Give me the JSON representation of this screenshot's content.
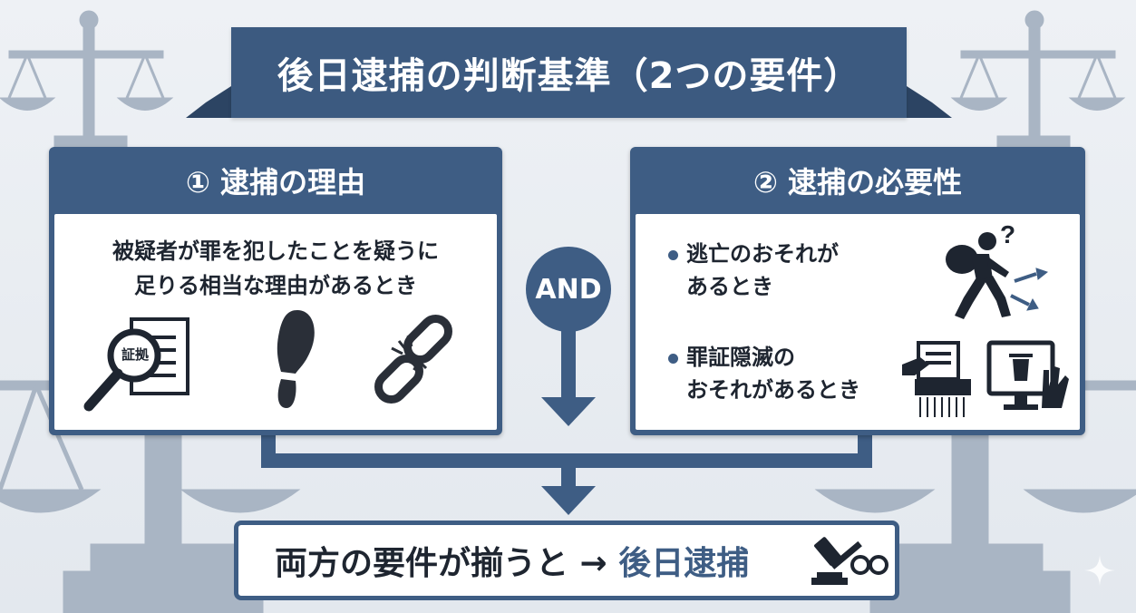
{
  "title": "後日逮捕の判断基準（2つの要件）",
  "requirement_1": {
    "header": "① 逮捕の理由",
    "description_line1": "被疑者が罪を犯したことを疑うに",
    "description_line2": "足りる相当な理由があるとき",
    "icons": [
      "evidence-magnifier-icon",
      "footprint-icon",
      "broken-chain-icon"
    ],
    "evidence_label": "証拠"
  },
  "connector": {
    "label": "AND"
  },
  "requirement_2": {
    "header": "② 逮捕の必要性",
    "items": [
      {
        "line1": "逃亡のおそれが",
        "line2": "あるとき",
        "icon": "running-person-icon"
      },
      {
        "line1": "罪証隠滅の",
        "line2": "おそれがあるとき",
        "icon": "shredder-delete-icon"
      }
    ],
    "question_mark": "?"
  },
  "result": {
    "prefix": "両方の要件が揃うと →",
    "highlight": "後日逮捕",
    "icon": "gavel-handcuffs-icon"
  },
  "colors": {
    "accent": "#3e5d84",
    "text": "#1e2530",
    "background": "#e8ecf1",
    "scale": "#a9b5c4"
  }
}
